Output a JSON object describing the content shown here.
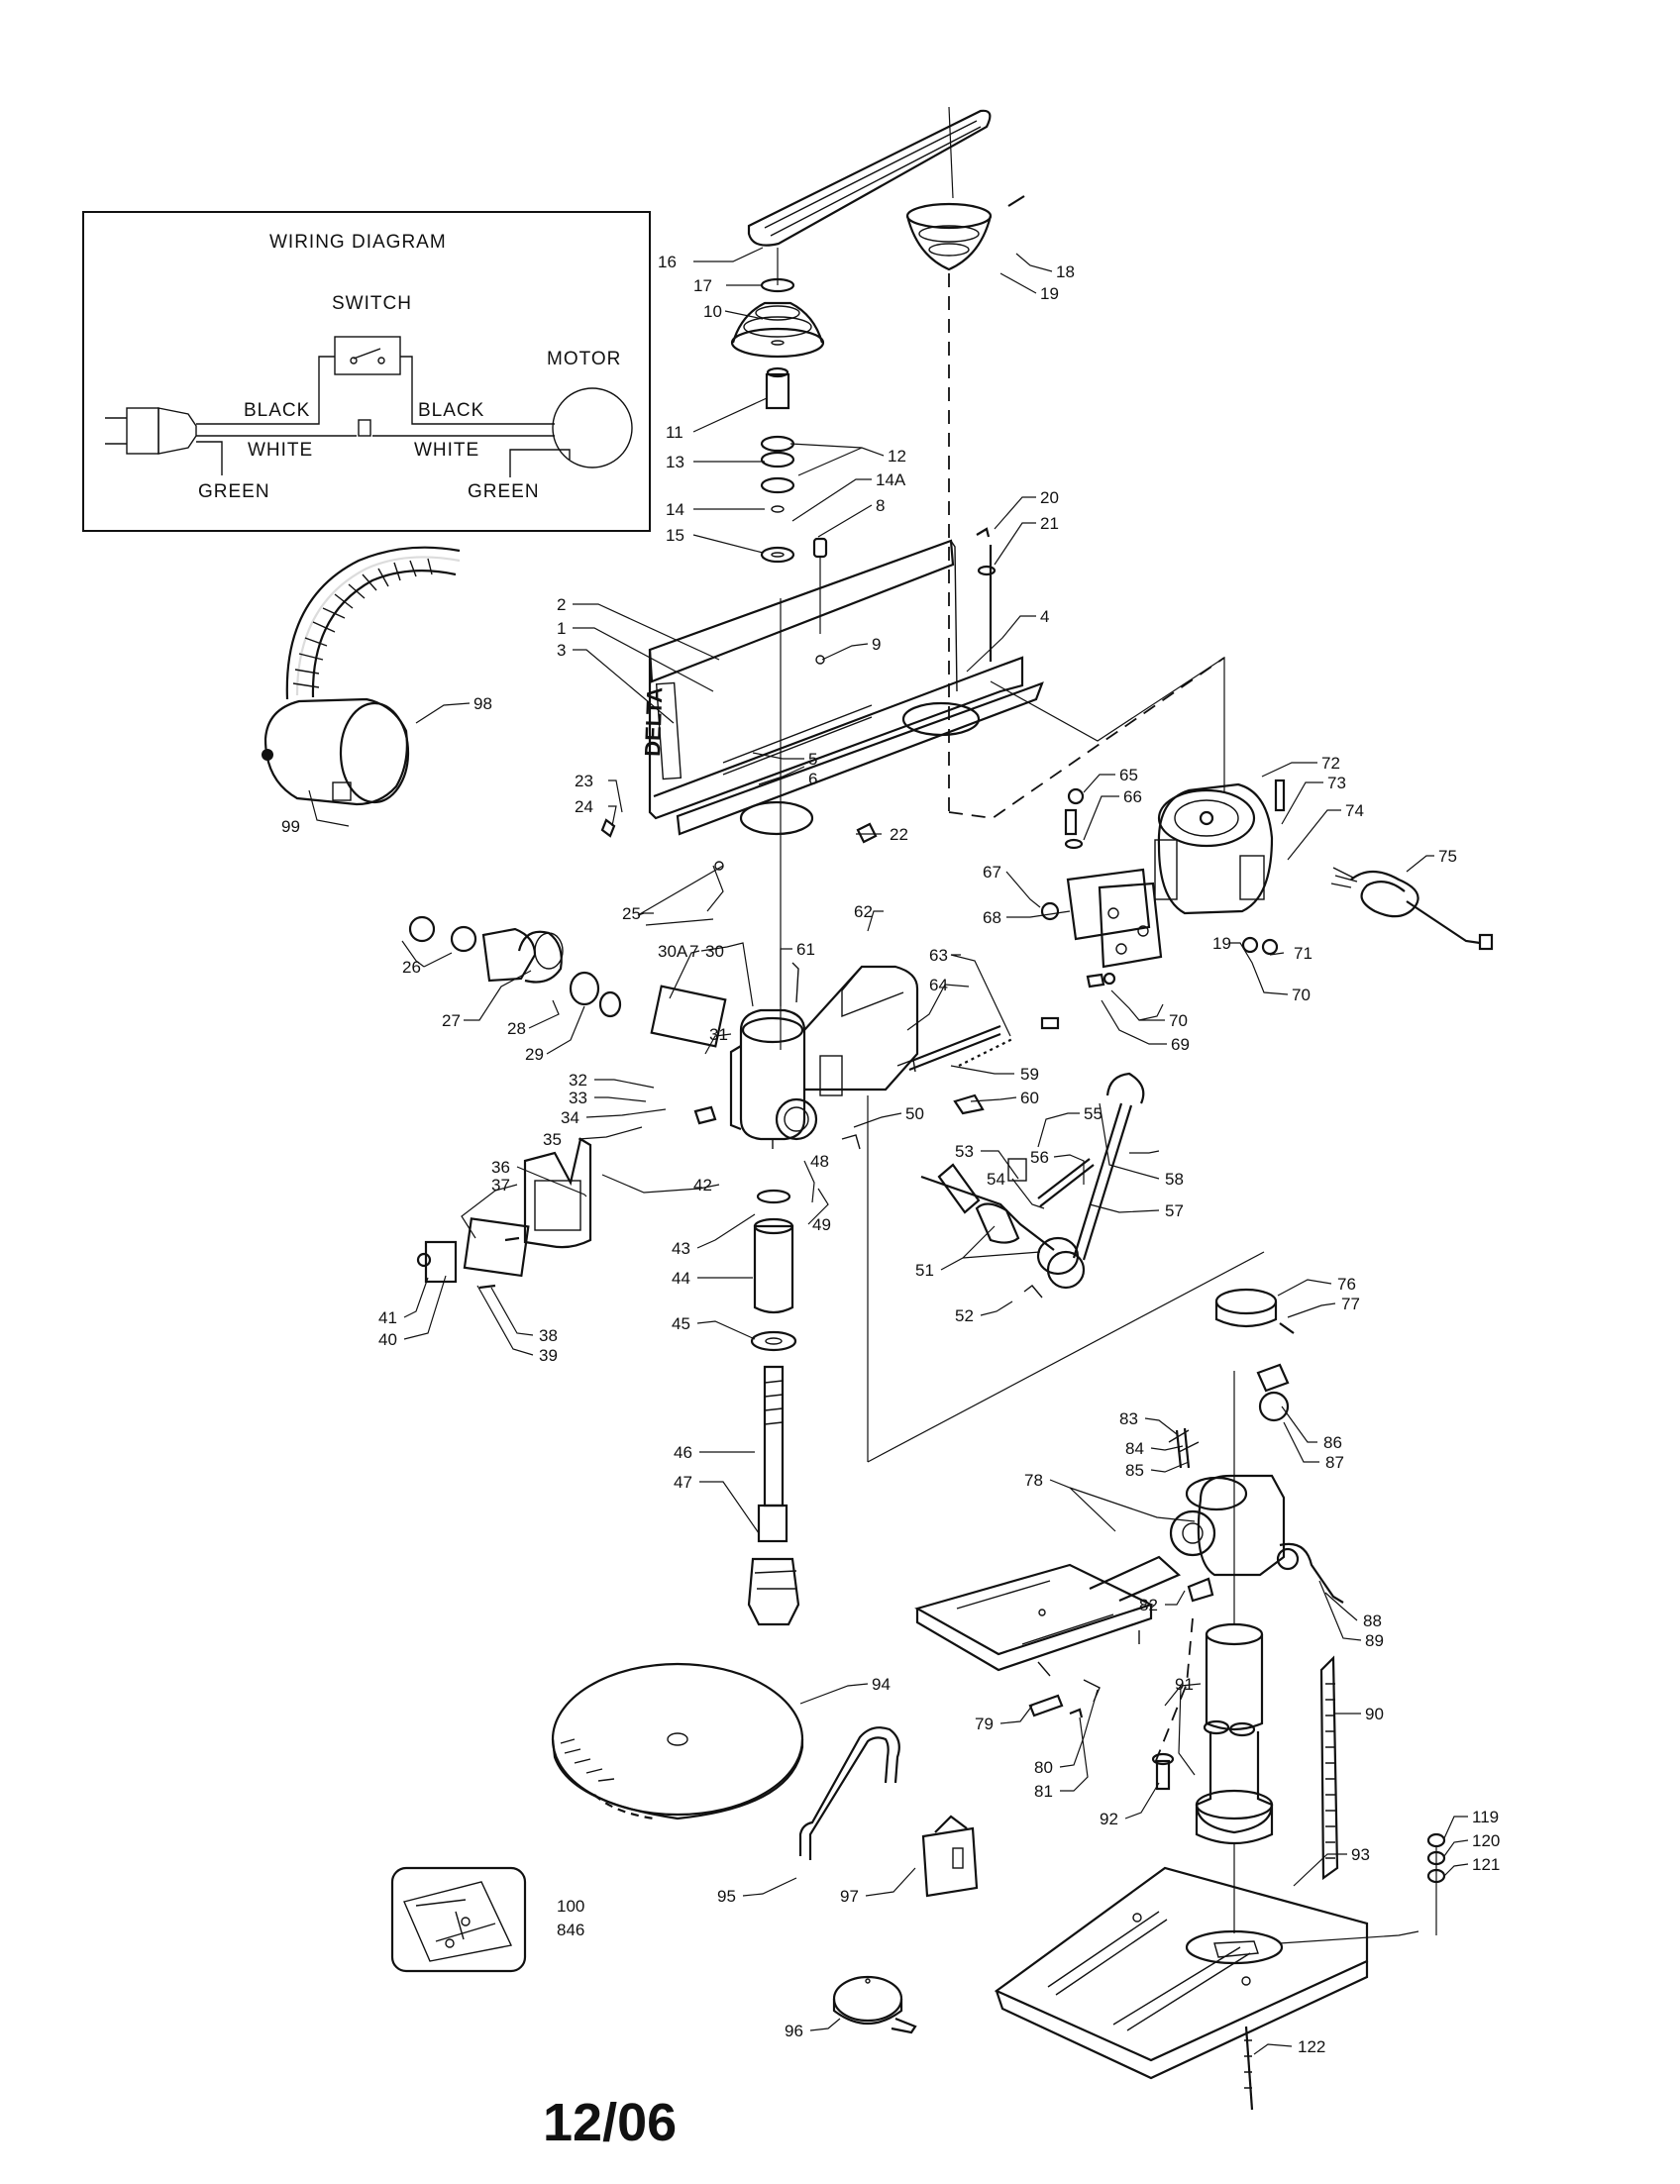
{
  "wiring": {
    "title": "WIRING DIAGRAM",
    "switch": "SWITCH",
    "motor": "MOTOR",
    "black_left": "BLACK",
    "black_right": "BLACK",
    "white_left": "WHITE",
    "white_right": "WHITE",
    "green_left": "GREEN",
    "green_right": "GREEN"
  },
  "brand_mark": "DELTA",
  "footer": "12/06",
  "parts": [
    {
      "id": "p16",
      "text": "16"
    },
    {
      "id": "p17",
      "text": "17"
    },
    {
      "id": "p10",
      "text": "10"
    },
    {
      "id": "p18",
      "text": "18"
    },
    {
      "id": "p19",
      "text": "19"
    },
    {
      "id": "p11",
      "text": "11"
    },
    {
      "id": "p12",
      "text": "12"
    },
    {
      "id": "p13",
      "text": "13"
    },
    {
      "id": "p14a",
      "text": "14A"
    },
    {
      "id": "p14",
      "text": "14"
    },
    {
      "id": "p8",
      "text": "8"
    },
    {
      "id": "p15",
      "text": "15"
    },
    {
      "id": "p20",
      "text": "20"
    },
    {
      "id": "p21",
      "text": "21"
    },
    {
      "id": "p2",
      "text": "2"
    },
    {
      "id": "p1",
      "text": "1"
    },
    {
      "id": "p3",
      "text": "3"
    },
    {
      "id": "p9",
      "text": "9"
    },
    {
      "id": "p4",
      "text": "4"
    },
    {
      "id": "p98",
      "text": "98"
    },
    {
      "id": "p5",
      "text": "5"
    },
    {
      "id": "p6",
      "text": "6"
    },
    {
      "id": "p99",
      "text": "99"
    },
    {
      "id": "p23",
      "text": "23"
    },
    {
      "id": "p24",
      "text": "24"
    },
    {
      "id": "p22",
      "text": "22"
    },
    {
      "id": "p25",
      "text": "25"
    },
    {
      "id": "p7",
      "text": "7"
    },
    {
      "id": "p72",
      "text": "72"
    },
    {
      "id": "p73",
      "text": "73"
    },
    {
      "id": "p74",
      "text": "74"
    },
    {
      "id": "p65",
      "text": "65"
    },
    {
      "id": "p66",
      "text": "66"
    },
    {
      "id": "p75",
      "text": "75"
    },
    {
      "id": "p67",
      "text": "67"
    },
    {
      "id": "p68",
      "text": "68"
    },
    {
      "id": "p19b",
      "text": "19"
    },
    {
      "id": "p71",
      "text": "71"
    },
    {
      "id": "p70a",
      "text": "70"
    },
    {
      "id": "p70b",
      "text": "70"
    },
    {
      "id": "p69",
      "text": "69"
    },
    {
      "id": "p26",
      "text": "26"
    },
    {
      "id": "p27",
      "text": "27"
    },
    {
      "id": "p28",
      "text": "28"
    },
    {
      "id": "p29",
      "text": "29"
    },
    {
      "id": "p30a",
      "text": "30A"
    },
    {
      "id": "p30",
      "text": "30"
    },
    {
      "id": "p62",
      "text": "62"
    },
    {
      "id": "p61",
      "text": "61"
    },
    {
      "id": "p63",
      "text": "63"
    },
    {
      "id": "p64",
      "text": "64"
    },
    {
      "id": "p31",
      "text": "31"
    },
    {
      "id": "p32",
      "text": "32"
    },
    {
      "id": "p33",
      "text": "33"
    },
    {
      "id": "p34",
      "text": "34"
    },
    {
      "id": "p35",
      "text": "35"
    },
    {
      "id": "p59",
      "text": "59"
    },
    {
      "id": "p60",
      "text": "60"
    },
    {
      "id": "p50",
      "text": "50"
    },
    {
      "id": "p55",
      "text": "55"
    },
    {
      "id": "p53",
      "text": "53"
    },
    {
      "id": "p56",
      "text": "56"
    },
    {
      "id": "p54",
      "text": "54"
    },
    {
      "id": "p36",
      "text": "36"
    },
    {
      "id": "p37",
      "text": "37"
    },
    {
      "id": "p42",
      "text": "42"
    },
    {
      "id": "p48",
      "text": "48"
    },
    {
      "id": "p49",
      "text": "49"
    },
    {
      "id": "p58",
      "text": "58"
    },
    {
      "id": "p57",
      "text": "57"
    },
    {
      "id": "p43",
      "text": "43"
    },
    {
      "id": "p44",
      "text": "44"
    },
    {
      "id": "p51",
      "text": "51"
    },
    {
      "id": "p45",
      "text": "45"
    },
    {
      "id": "p52",
      "text": "52"
    },
    {
      "id": "p41",
      "text": "41"
    },
    {
      "id": "p40",
      "text": "40"
    },
    {
      "id": "p38",
      "text": "38"
    },
    {
      "id": "p39",
      "text": "39"
    },
    {
      "id": "p76",
      "text": "76"
    },
    {
      "id": "p77",
      "text": "77"
    },
    {
      "id": "p86",
      "text": "86"
    },
    {
      "id": "p87",
      "text": "87"
    },
    {
      "id": "p83",
      "text": "83"
    },
    {
      "id": "p84",
      "text": "84"
    },
    {
      "id": "p85",
      "text": "85"
    },
    {
      "id": "p46",
      "text": "46"
    },
    {
      "id": "p47",
      "text": "47"
    },
    {
      "id": "p78",
      "text": "78"
    },
    {
      "id": "p82",
      "text": "82"
    },
    {
      "id": "p88",
      "text": "88"
    },
    {
      "id": "p89",
      "text": "89"
    },
    {
      "id": "p94",
      "text": "94"
    },
    {
      "id": "p91",
      "text": "91"
    },
    {
      "id": "p90",
      "text": "90"
    },
    {
      "id": "p79",
      "text": "79"
    },
    {
      "id": "p80",
      "text": "80"
    },
    {
      "id": "p81",
      "text": "81"
    },
    {
      "id": "p92",
      "text": "92"
    },
    {
      "id": "p119",
      "text": "119"
    },
    {
      "id": "p120",
      "text": "120"
    },
    {
      "id": "p121",
      "text": "121"
    },
    {
      "id": "p93",
      "text": "93"
    },
    {
      "id": "p100",
      "text": "100"
    },
    {
      "id": "p846",
      "text": "846"
    },
    {
      "id": "p95",
      "text": "95"
    },
    {
      "id": "p97",
      "text": "97"
    },
    {
      "id": "p96",
      "text": "96"
    },
    {
      "id": "p122",
      "text": "122"
    }
  ]
}
